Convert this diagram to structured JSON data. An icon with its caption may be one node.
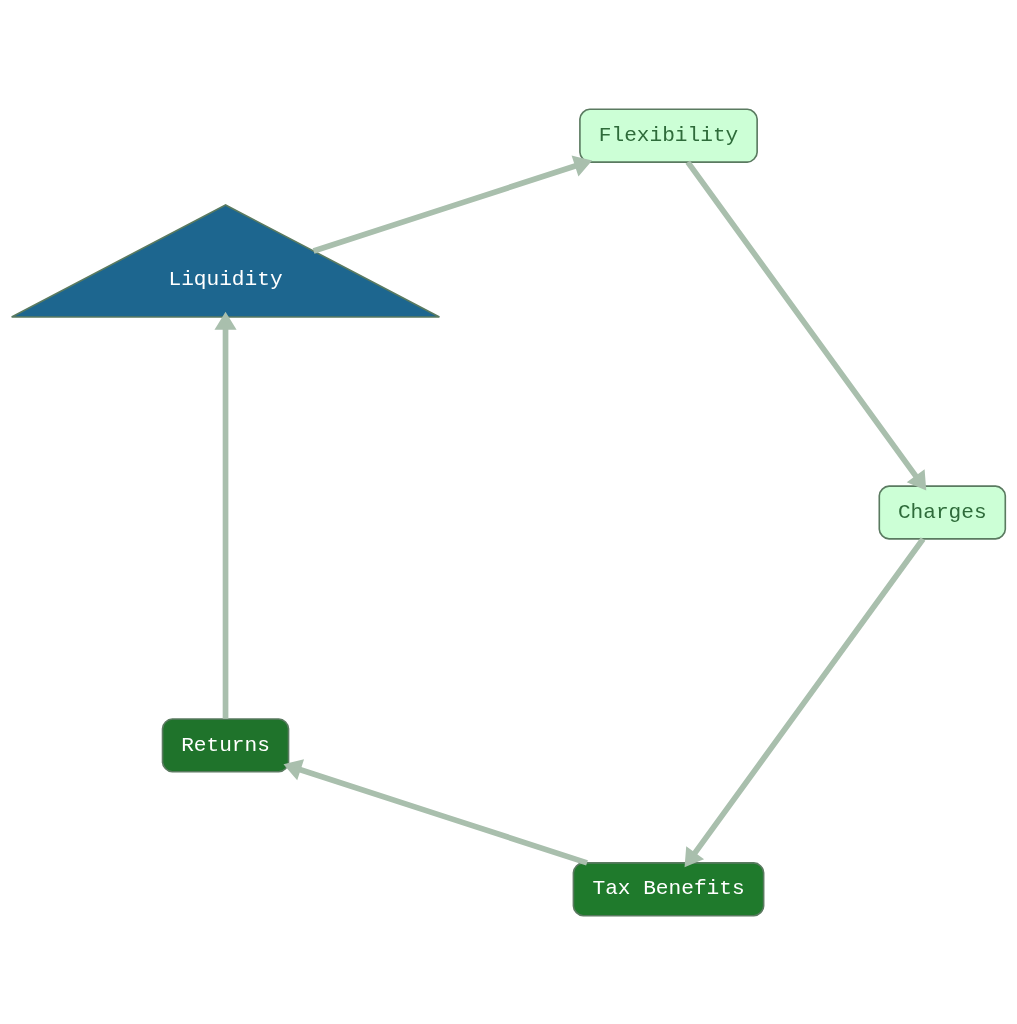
{
  "diagram": {
    "nodes": [
      {
        "text": [
          "Tax Benefits"
        ]
      },
      {
        "text": [
          "Returns"
        ]
      },
      {
        "text": [
          "Liquidity"
        ]
      },
      {
        "text": [
          "Flexibility"
        ]
      },
      {
        "text": [
          "Charges"
        ]
      }
    ],
    "edges": [
      {
        "from": 4,
        "to": 0,
        "arrow": "to"
      },
      {
        "from": 0,
        "to": 1,
        "arrow": "to"
      },
      {
        "from": 1,
        "to": 2,
        "arrow": "to"
      },
      {
        "from": 2,
        "to": 3,
        "arrow": "to"
      },
      {
        "from": 3,
        "to": 4,
        "arrow": "to"
      }
    ]
  }
}
